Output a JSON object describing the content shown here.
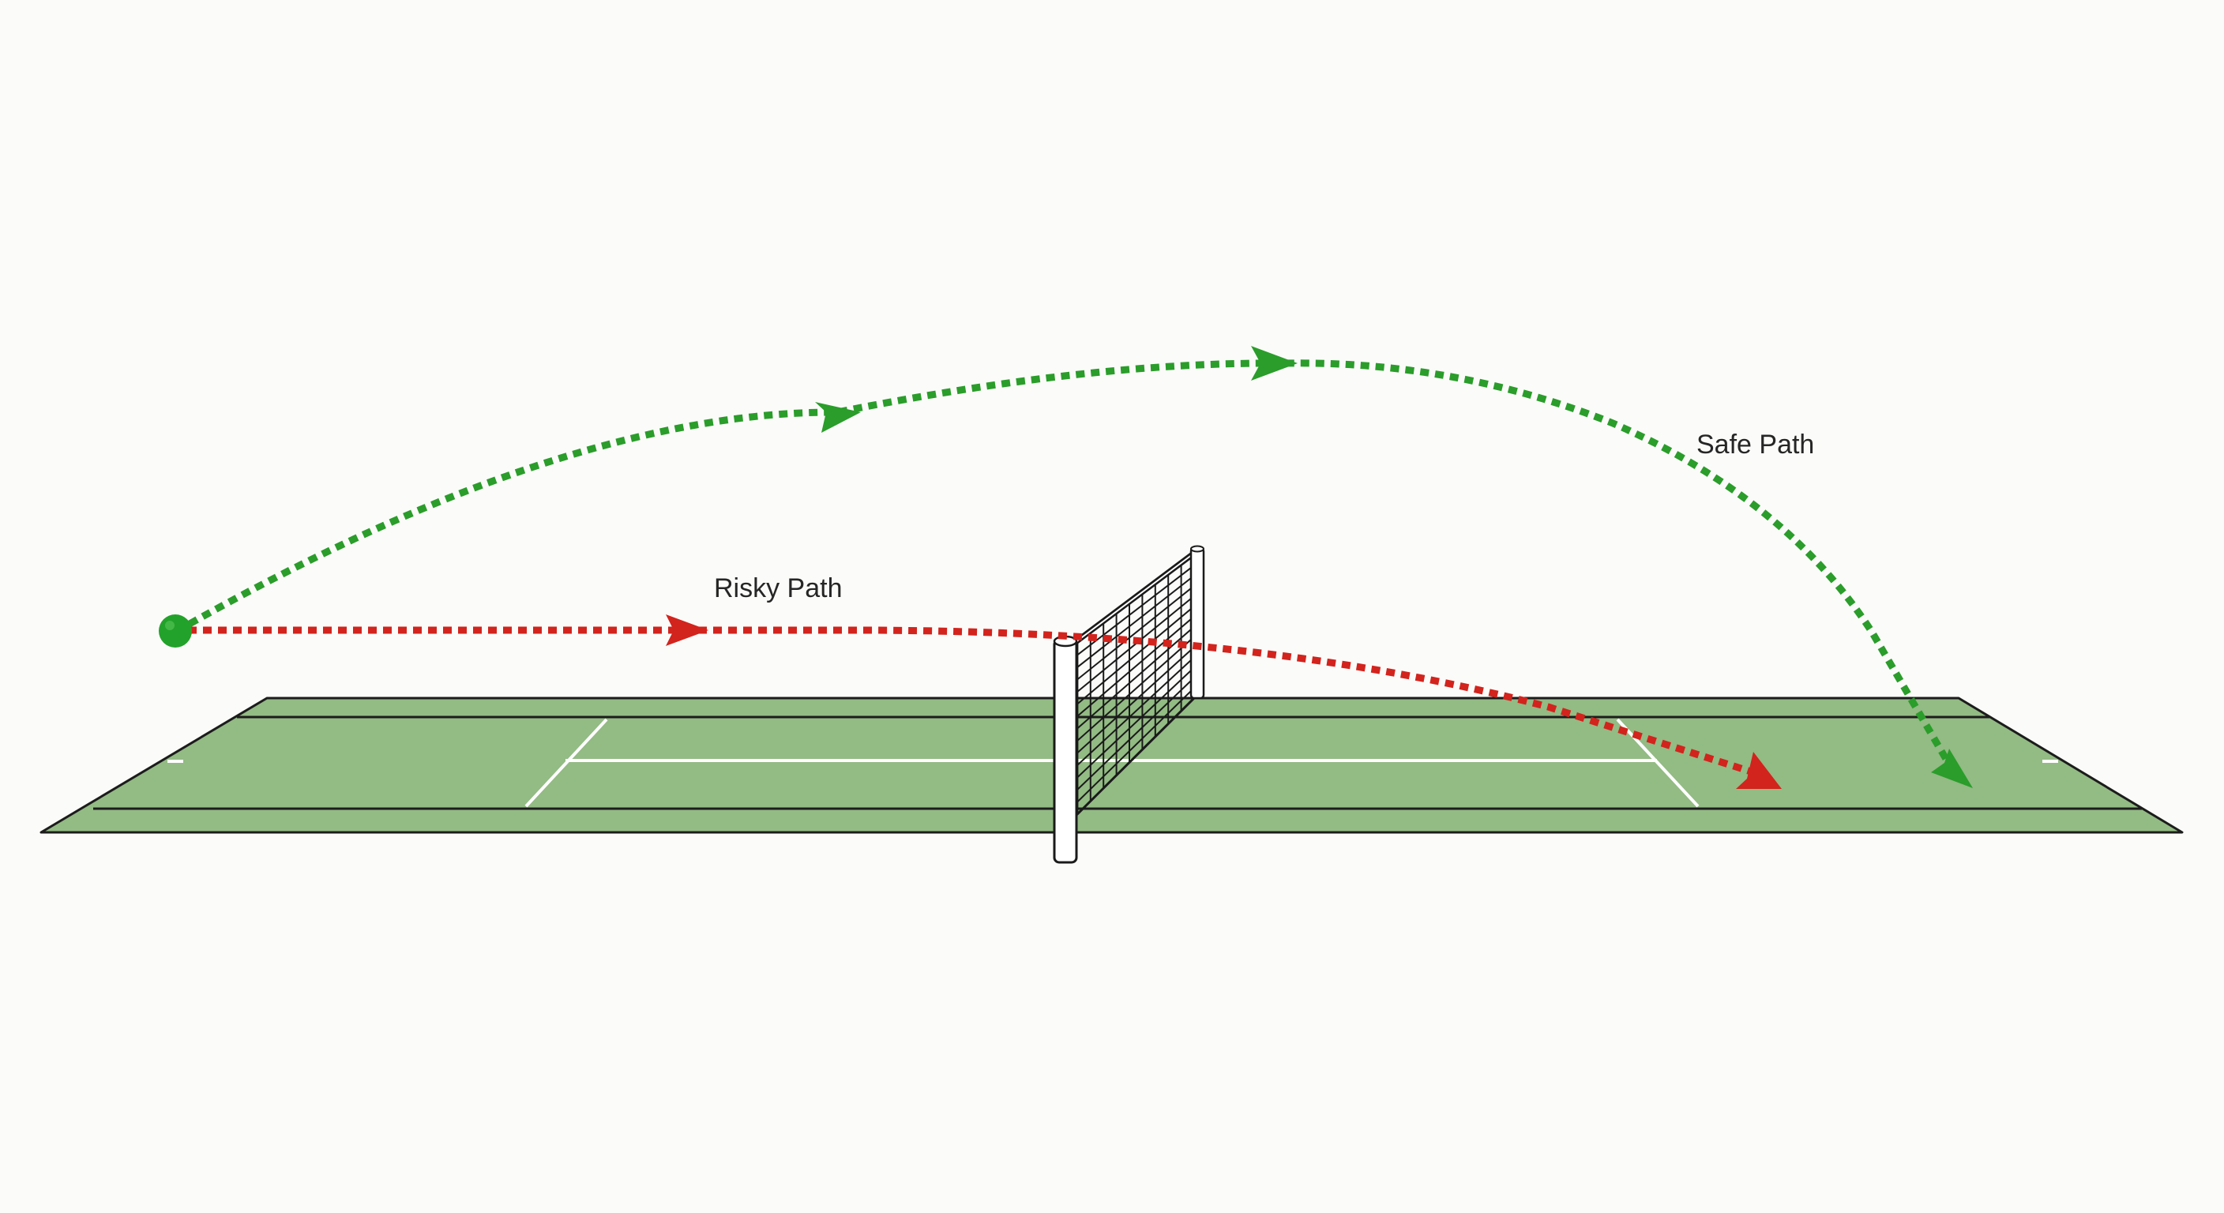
{
  "labels": {
    "risky": "Risky Path",
    "safe": "Safe Path"
  },
  "colors": {
    "background": "#fbfbf9",
    "court_fill": "#93bb84",
    "court_line": "#1c1c1c",
    "service_line": "#ffffff",
    "risky_path": "#d3231d",
    "safe_path": "#2a9d2a",
    "ball": "#22a22a",
    "net_mesh": "#1a1a1a"
  },
  "paths": [
    {
      "key": "risky",
      "color": "risky_path",
      "arrow_count": 2
    },
    {
      "key": "safe",
      "color": "safe_path",
      "arrow_count": 3
    }
  ]
}
